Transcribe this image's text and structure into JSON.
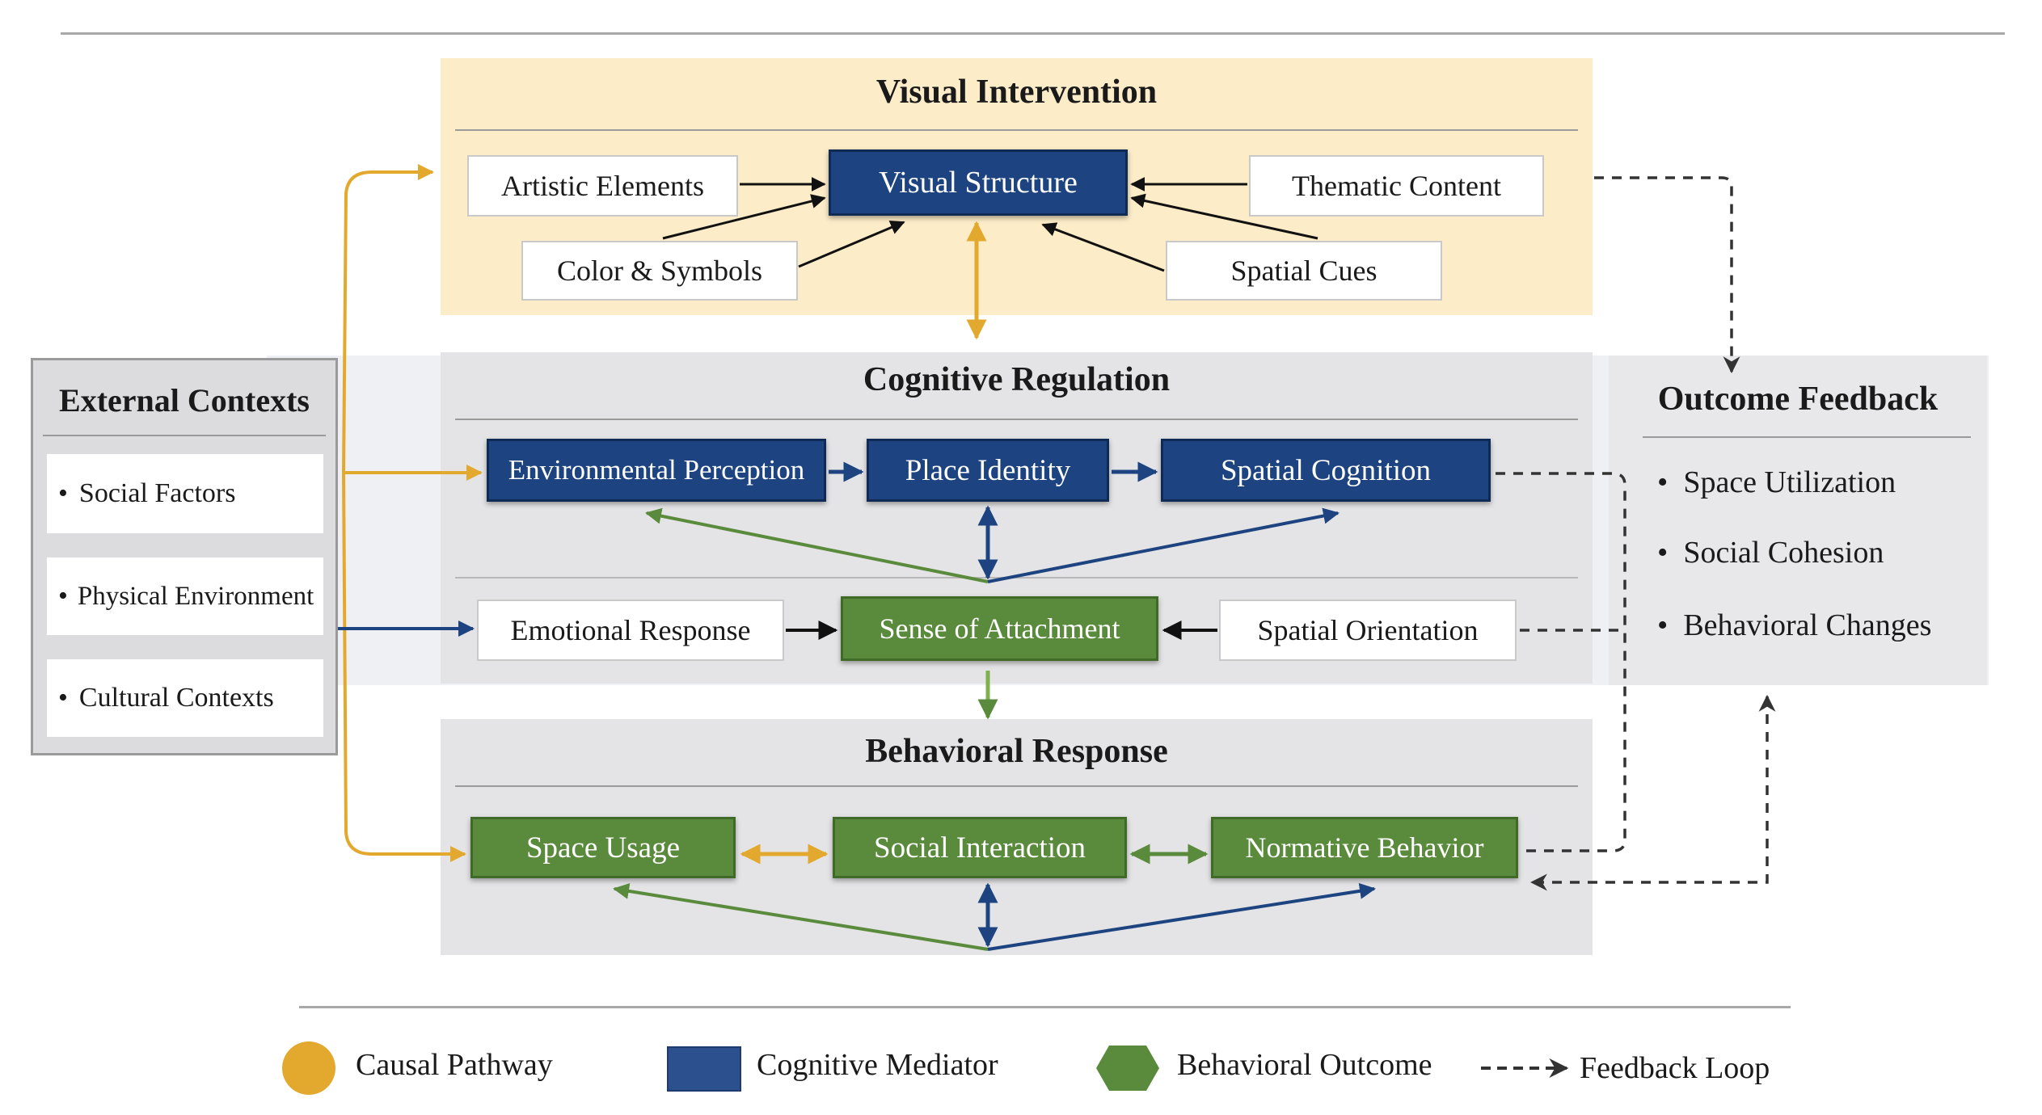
{
  "visual_intervention": {
    "title": "Visual Intervention",
    "artistic_elements": "Artistic Elements",
    "visual_structure": "Visual Structure",
    "thematic_content": "Thematic Content",
    "color_symbols": "Color & Symbols",
    "spatial_cues": "Spatial Cues"
  },
  "cognitive_regulation": {
    "title": "Cognitive Regulation",
    "environmental_perception": "Environmental Perception",
    "place_identity": "Place Identity",
    "spatial_cognition": "Spatial Cognition",
    "emotional_response": "Emotional Response",
    "sense_of_attachment": "Sense of Attachment",
    "spatial_orientation": "Spatial Orientation"
  },
  "behavioral_response": {
    "title": "Behavioral Response",
    "space_usage": "Space Usage",
    "social_interaction": "Social Interaction",
    "normative_behavior": "Normative Behavior"
  },
  "external_contexts": {
    "title": "External Contexts",
    "items": [
      "Social Factors",
      "Physical Environment",
      "Cultural Contexts"
    ]
  },
  "outcome_feedback": {
    "title": "Outcome Feedback",
    "items": [
      "Space Utilization",
      "Social Cohesion",
      "Behavioral Changes"
    ]
  },
  "legend": {
    "causal_pathway": "Causal Pathway",
    "cognitive_mediator": "Cognitive Mediator",
    "behavioral_outcome": "Behavioral Outcome",
    "feedback_loop": "Feedback Loop"
  },
  "colors": {
    "causal": "#e3a92e",
    "cognitive": "#1d4480",
    "behavioral": "#5a8b3c",
    "feedback": "#333333",
    "visual_panel_bg": "#fdecc8",
    "gray_panel_bg": "#e4e4e6"
  }
}
